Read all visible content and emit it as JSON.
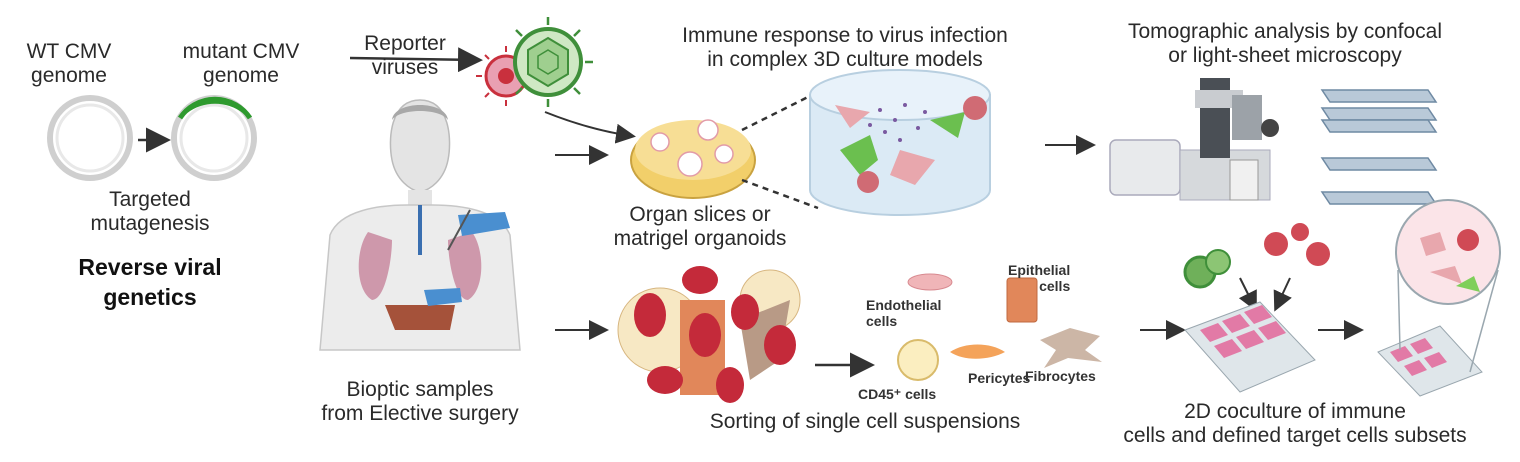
{
  "reverse_genetics": {
    "wt_label": "WT CMV\ngenome",
    "mutant_label": "mutant CMV\ngenome",
    "process_label": "Targeted\nmutagenesis",
    "title": "Reverse viral\ngenetics"
  },
  "reporter": {
    "label": "Reporter\nviruses"
  },
  "immune_3d": {
    "label": "Immune response to virus infection\nin complex 3D culture models"
  },
  "tomography": {
    "label": "Tomographic analysis by confocal\nor light-sheet microscopy"
  },
  "organ_slices": {
    "label": "Organ slices or\nmatrigel organoids"
  },
  "bioptic": {
    "label": "Bioptic samples\nfrom Elective surgery"
  },
  "sorting": {
    "label": "Sorting of single cell suspensions",
    "cells": {
      "endothelial": "Endothelial\ncells",
      "epithelial": "Epithelial\ncells",
      "cd45": "CD45⁺ cells",
      "pericytes": "Pericytes",
      "fibrocytes": "Fibrocytes"
    }
  },
  "coculture": {
    "label": "2D coculture of immune\ncells and defined target cells subsets"
  },
  "colors": {
    "arrow": "#333333",
    "mutant_accent": "#2e9a2e",
    "virus_green": "#3f8f3a",
    "virus_red": "#c9303d",
    "organoid_yellow": "#f2cf6a",
    "culture_blue": "#cfe3f2",
    "lung": "#c98aa0",
    "liver": "#a5523a",
    "glove": "#4a8fd0"
  }
}
